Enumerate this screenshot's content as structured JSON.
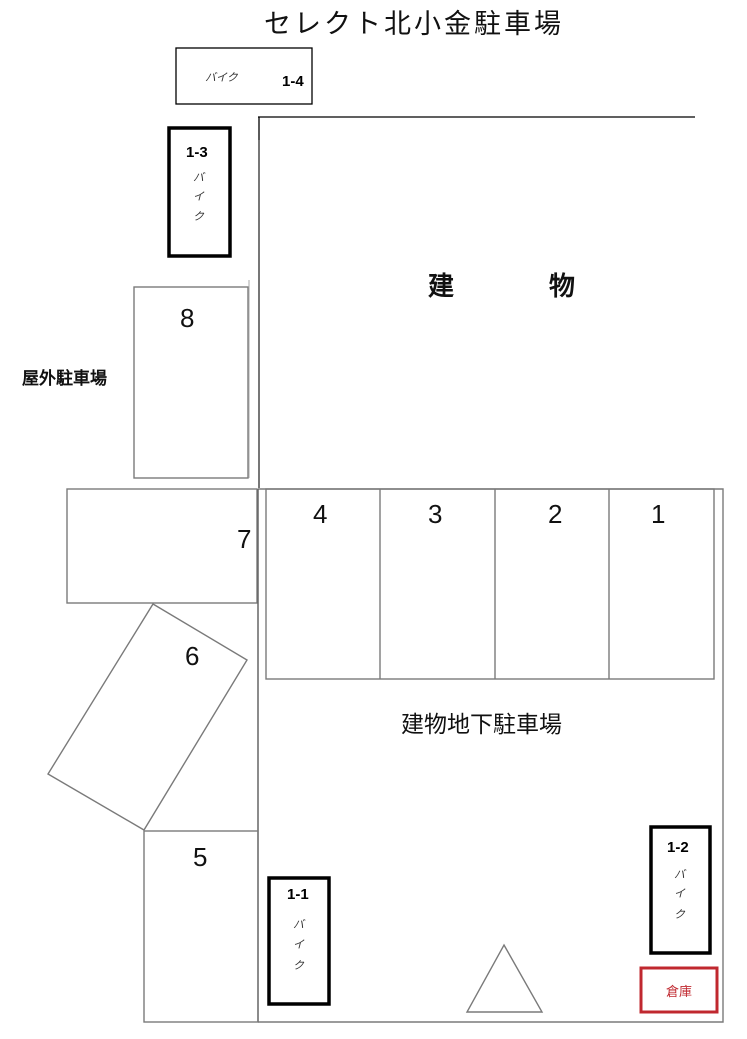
{
  "title": "セレクト北小金駐車場",
  "building": {
    "label_left": "建",
    "label_right": "物"
  },
  "outdoor_parking": {
    "label": "屋外駐車場"
  },
  "underground_parking": {
    "label": "建物地下駐車場"
  },
  "spaces": [
    {
      "id": "1",
      "label": "1"
    },
    {
      "id": "2",
      "label": "2"
    },
    {
      "id": "3",
      "label": "3"
    },
    {
      "id": "4",
      "label": "4"
    },
    {
      "id": "5",
      "label": "5"
    },
    {
      "id": "6",
      "label": "6"
    },
    {
      "id": "7",
      "label": "7"
    },
    {
      "id": "8",
      "label": "8"
    }
  ],
  "bike_spaces": [
    {
      "code": "1-1",
      "kana": [
        "バ",
        "イ",
        "ク"
      ]
    },
    {
      "code": "1-2",
      "kana": [
        "バ",
        "イ",
        "ク"
      ]
    },
    {
      "code": "1-3",
      "kana": [
        "バ",
        "イ",
        "ク"
      ]
    },
    {
      "code": "1-4",
      "kana_inline": "バイク"
    }
  ],
  "storage": {
    "label": "倉庫",
    "color": "#c0282f"
  },
  "entrance_marker": "triangle"
}
